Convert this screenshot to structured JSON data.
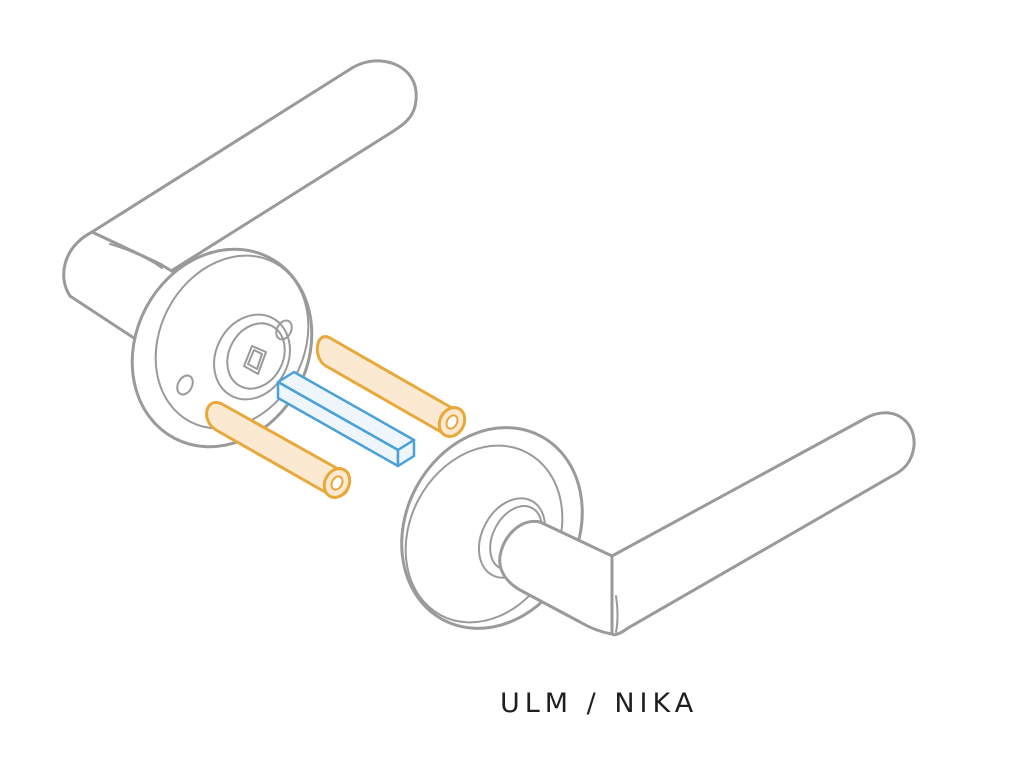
{
  "caption": "ULM / NIKA",
  "colors": {
    "handle_outline": "#9a9a9a",
    "pin_outline": "#e8a83a",
    "pin_fill": "#fbe9d2",
    "spindle_outline": "#4aa0d8",
    "spindle_fill": "#eef6fc",
    "background": "#ffffff"
  },
  "parts": [
    "left-lever-handle",
    "left-rosette",
    "spindle",
    "upper-fixing-pin",
    "lower-fixing-pin",
    "right-rosette",
    "right-lever-handle"
  ]
}
